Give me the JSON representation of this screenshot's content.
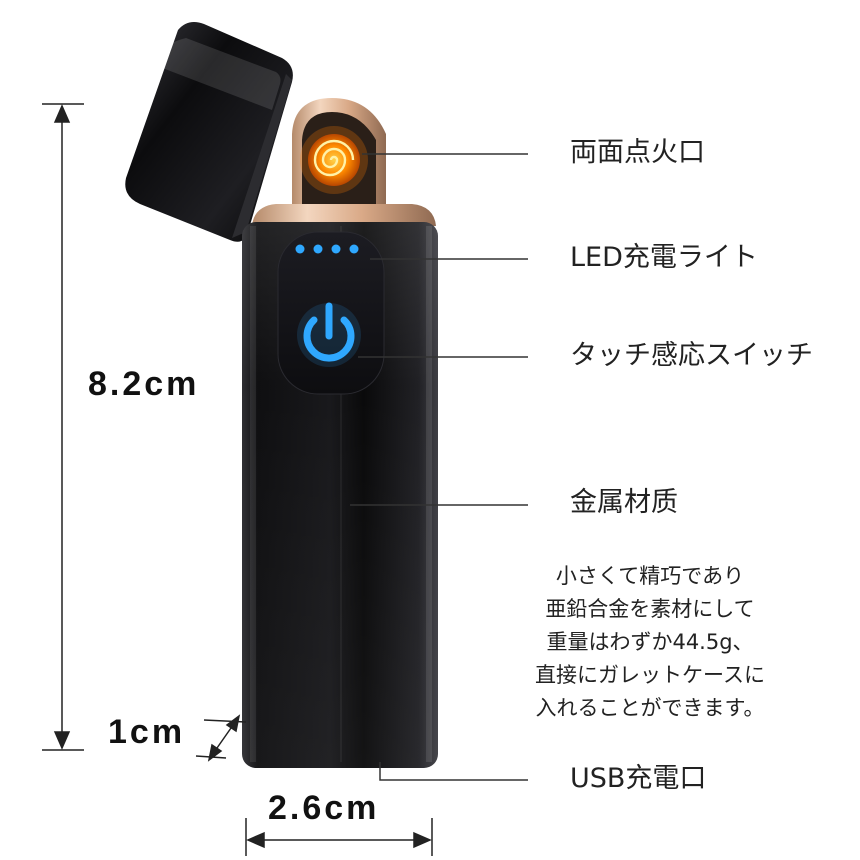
{
  "labels": {
    "ignition": "両面点火口",
    "led": "LED充電ライト",
    "touch": "タッチ感応スイッチ",
    "material": "金属材质",
    "usb": "USB充電口"
  },
  "dimensions": {
    "height": "8.2cm",
    "width": "2.6cm",
    "depth": "1cm"
  },
  "description": [
    "小さくて精巧であり",
    "亜鉛合金を素材にして",
    "重量はわずか44.5g、",
    "直接にガレットケースに",
    "入れることができます。"
  ],
  "colors": {
    "body": "#0b0b0d",
    "led_blue": "#2fa8ff",
    "coil_orange": "#ff8a00",
    "rose_gold": "#e0b89a"
  },
  "icons": [
    "power-icon",
    "coil-icon"
  ]
}
